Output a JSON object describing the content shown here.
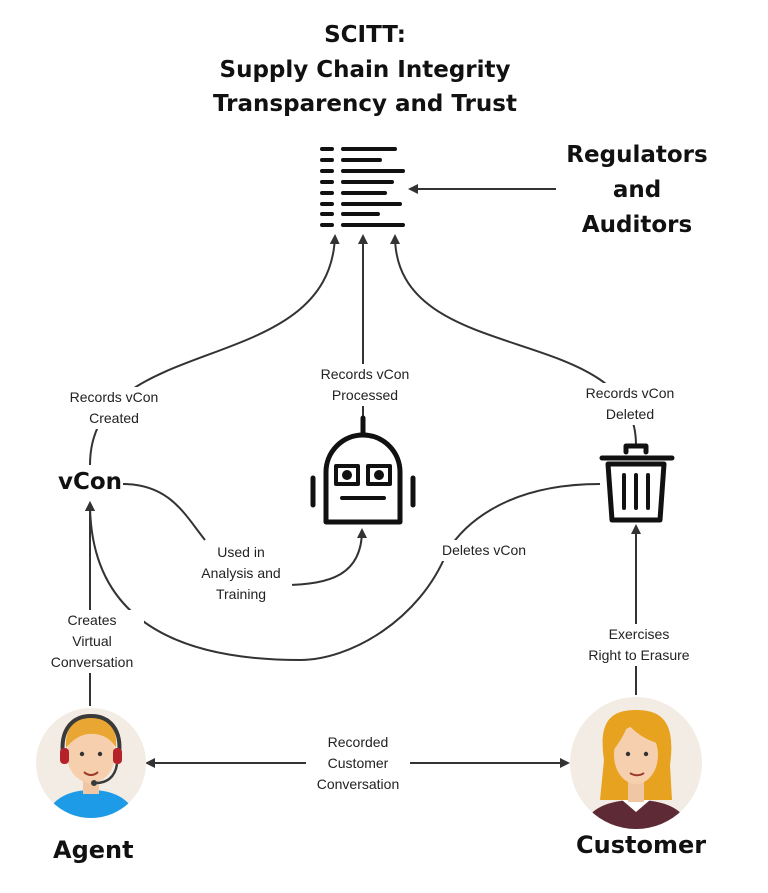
{
  "title": {
    "line1": "SCITT:",
    "line2": "Supply Chain Integrity",
    "line3": "Transparency and Trust"
  },
  "regulators": {
    "line1": "Regulators",
    "line2": "and",
    "line3": "Auditors"
  },
  "nodes": {
    "vcon": "vCon",
    "agent": "Agent",
    "customer": "Customer"
  },
  "edges": {
    "records_created": [
      "Records vCon",
      "Created"
    ],
    "records_processed": [
      "Records vCon",
      "Processed"
    ],
    "records_deleted": [
      "Records vCon",
      "Deleted"
    ],
    "used_in": [
      "Used in",
      "Analysis and",
      "Training"
    ],
    "deletes": [
      "Deletes vCon"
    ],
    "creates": [
      "Creates",
      "Virtual",
      "Conversation"
    ],
    "exercises": [
      "Exercises",
      "Right to Erasure"
    ],
    "recorded": [
      "Recorded",
      "Customer",
      "Conversation"
    ]
  },
  "icons": [
    "ledger-icon",
    "robot-icon",
    "trash-icon",
    "agent-avatar-icon",
    "customer-avatar-icon"
  ],
  "colors": {
    "line": "#333333",
    "avatar_bg": "#f3ece4",
    "agent_shirt": "#1e9be6",
    "customer_hair": "#e7a21f",
    "customer_top": "#5e2a35"
  }
}
